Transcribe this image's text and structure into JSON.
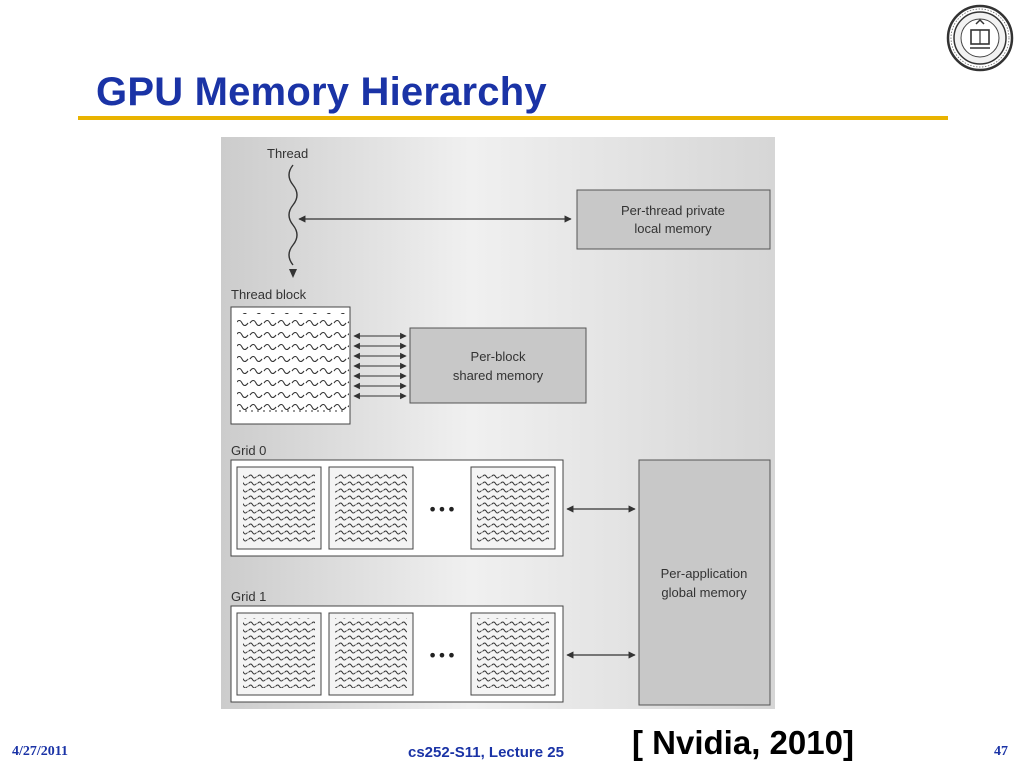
{
  "slide": {
    "title": "GPU Memory Hierarchy",
    "accent_color": "#1a33a6",
    "rule_color": "#e9b300"
  },
  "diagram": {
    "thread_label": "Thread",
    "thread_block_label": "Thread block",
    "grid0_label": "Grid 0",
    "grid1_label": "Grid 1",
    "ellipsis": "•••",
    "private_memory": [
      "Per-thread private",
      "local memory"
    ],
    "shared_memory": [
      "Per-block",
      "shared memory"
    ],
    "global_memory": [
      "Per-application",
      "global memory"
    ]
  },
  "footer": {
    "date": "4/27/2011",
    "course": "cs252-S11, Lecture 25",
    "citation": "[ Nvidia, 2010]",
    "page": "47"
  },
  "logo": {
    "icon": "university-seal-icon"
  }
}
